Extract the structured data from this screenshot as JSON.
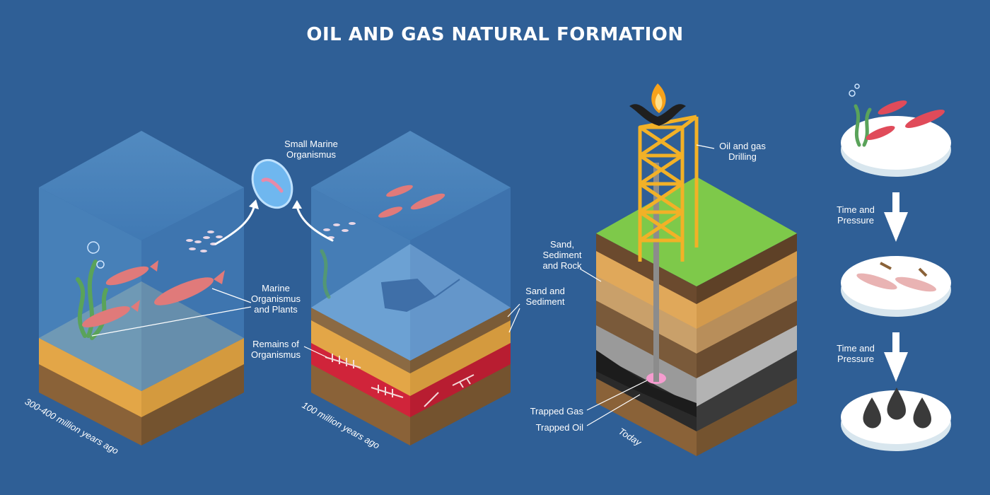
{
  "title": "OIL AND  GAS NATURAL FORMATION",
  "eras": {
    "era1": "300-400 million years ago",
    "era2": "100 million years ago",
    "era3": "Today"
  },
  "labels": {
    "small_marine": "Small Marine\nOrganismus",
    "marine_plants": "Marine\nOrganismus\nand Plants",
    "remains": "Remains of\nOrganismus",
    "sand_sediment": "Sand and\nSediment",
    "sand_sediment_rock": "Sand,\nSediment\nand Rock",
    "drilling": "Oil and gas\nDrilling",
    "trapped_gas": "Trapped Gas",
    "trapped_oil": "Trapped Oil",
    "time_pressure_1": "Time and\nPressure",
    "time_pressure_2": "Time and\nPressure"
  },
  "colors": {
    "background": "#2f5f96",
    "water": "#5b9bd5",
    "sand": "#e8b45a",
    "sediment": "#9c7446",
    "remains": "#d0243a",
    "grass": "#7ec94a",
    "rig": "#f2b127",
    "oil": "#2a2a2a",
    "gas": "#f59ccf"
  }
}
